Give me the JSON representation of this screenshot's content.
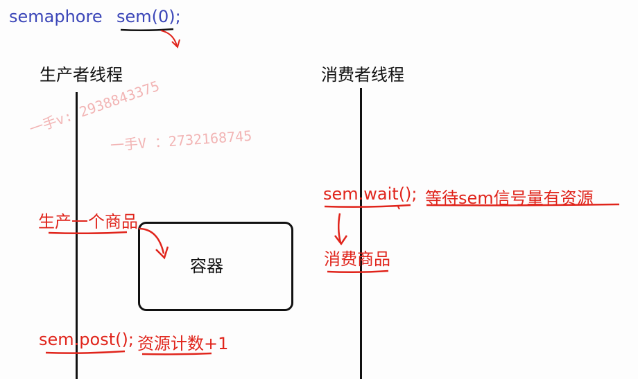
{
  "top_code": {
    "keyword": "semaphore",
    "decl": "sem(0);"
  },
  "producer": {
    "title": "生产者线程",
    "produce_label": "生产一个商品",
    "post_call": "sem.post();",
    "post_note": "资源计数+1"
  },
  "consumer": {
    "title": "消费者线程",
    "wait_call": "sem.wait();",
    "wait_note": "等待sem信号量有资源",
    "consume_label": "消费商品"
  },
  "container_label": "容器",
  "watermarks": {
    "wm1": "一手v: 2938843375",
    "wm2": "一手V ：2732168745"
  },
  "colors": {
    "code_blue": "#3b46b8",
    "annotation_red": "#e0241b",
    "line_black": "#111111",
    "watermark_pink": "#e45a5a"
  }
}
